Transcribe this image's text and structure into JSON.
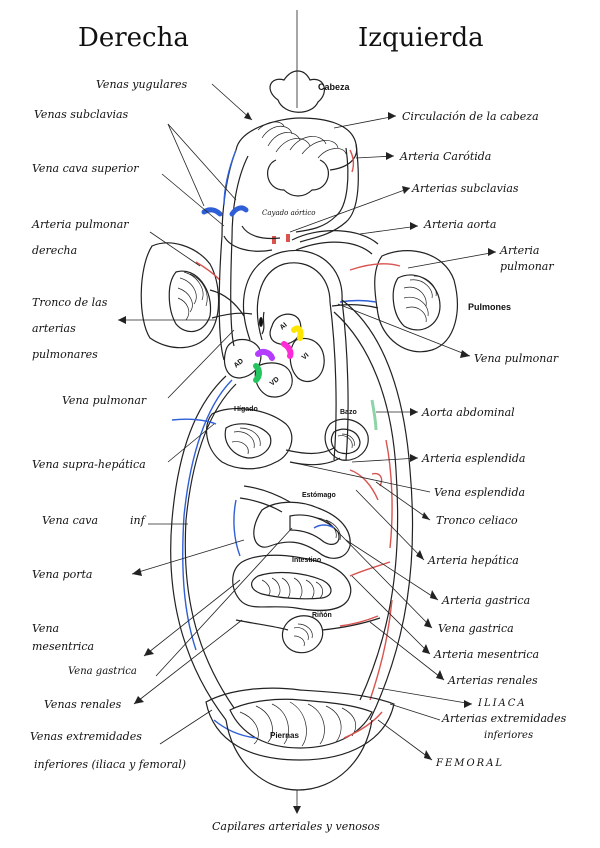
{
  "header": {
    "left_title": "Derecha",
    "right_title": "Izquierda"
  },
  "organs": {
    "cabeza": "Cabeza",
    "cayado": "Cayado aórtico",
    "pulmones": "Pulmones",
    "higado": "Hígado",
    "bazo": "Bazo",
    "estomago": "Estómago",
    "intestino": "Intestino",
    "rinon": "Riñón",
    "piernas": "Piernas",
    "ai": "AI",
    "ad": "AD",
    "vd": "VD",
    "vi": "VI"
  },
  "labels_left": [
    "Venas yugulares",
    "Venas subclavias",
    "Vena cava superior",
    "Arteria pulmonar",
    "derecha",
    "Tronco de las",
    "arterias",
    "pulmonares",
    "Vena pulmonar",
    "Vena supra-hepática",
    "Vena cava",
    "inf",
    "Vena porta",
    "Vena",
    "mesentrica",
    "Vena gastrica",
    "Venas renales",
    "Venas extremidades",
    "inferiores (iliaca y femoral)"
  ],
  "labels_right": [
    "Circulación de la cabeza",
    "Arteria Carótida",
    "Arterias subclavias",
    "Arteria aorta",
    "Arteria",
    "pulmonar",
    "Vena pulmonar",
    "Aorta abdominal",
    "Arteria esplendida",
    "Vena esplendida",
    "Tronco celiaco",
    "Arteria hepática",
    "Arteria gastrica",
    "Vena gastrica",
    "Arteria mesentrica",
    "Arterias renales",
    "ILIACA",
    "Arterias extremidades",
    "inferiores",
    "FEMORAL"
  ],
  "bottom_label": "Capilares arteriales y venosos",
  "colors": {
    "artery": "#d9534f",
    "vein": "#2f5fd6",
    "valve_purple": "#b43cff",
    "valve_magenta": "#ff2bd6",
    "valve_yellow": "#ffe600",
    "valve_green": "#22c55e",
    "abdominal_aorta": "#8fd3a8"
  }
}
